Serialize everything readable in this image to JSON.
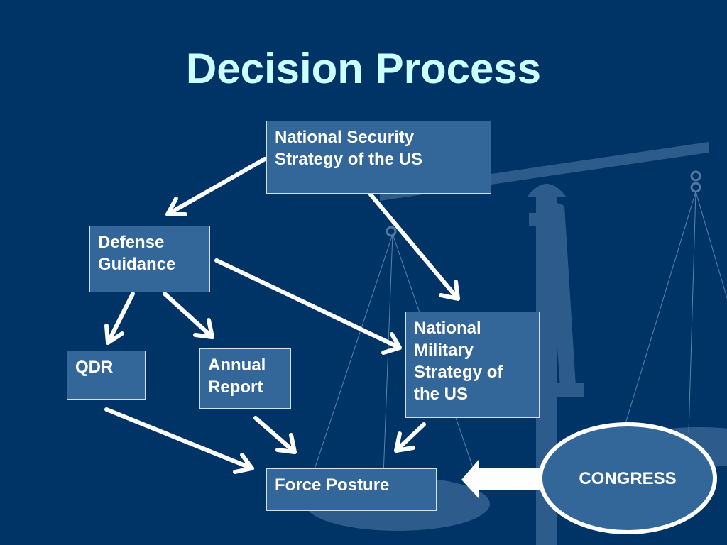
{
  "slide": {
    "title": "Decision Process",
    "background_color": "#003366",
    "title_color": "#ccffff",
    "box_color": "#336699"
  },
  "boxes": {
    "nss": "National Security Strategy of the US",
    "defense_guidance": "Defense Guidance",
    "qdr": "QDR",
    "annual_report": "Annual Report",
    "nms": "National Military Strategy of the US",
    "force_posture": "Force Posture",
    "congress": "CONGRESS"
  },
  "decoration": {
    "background_image": "scales-of-justice-icon"
  }
}
